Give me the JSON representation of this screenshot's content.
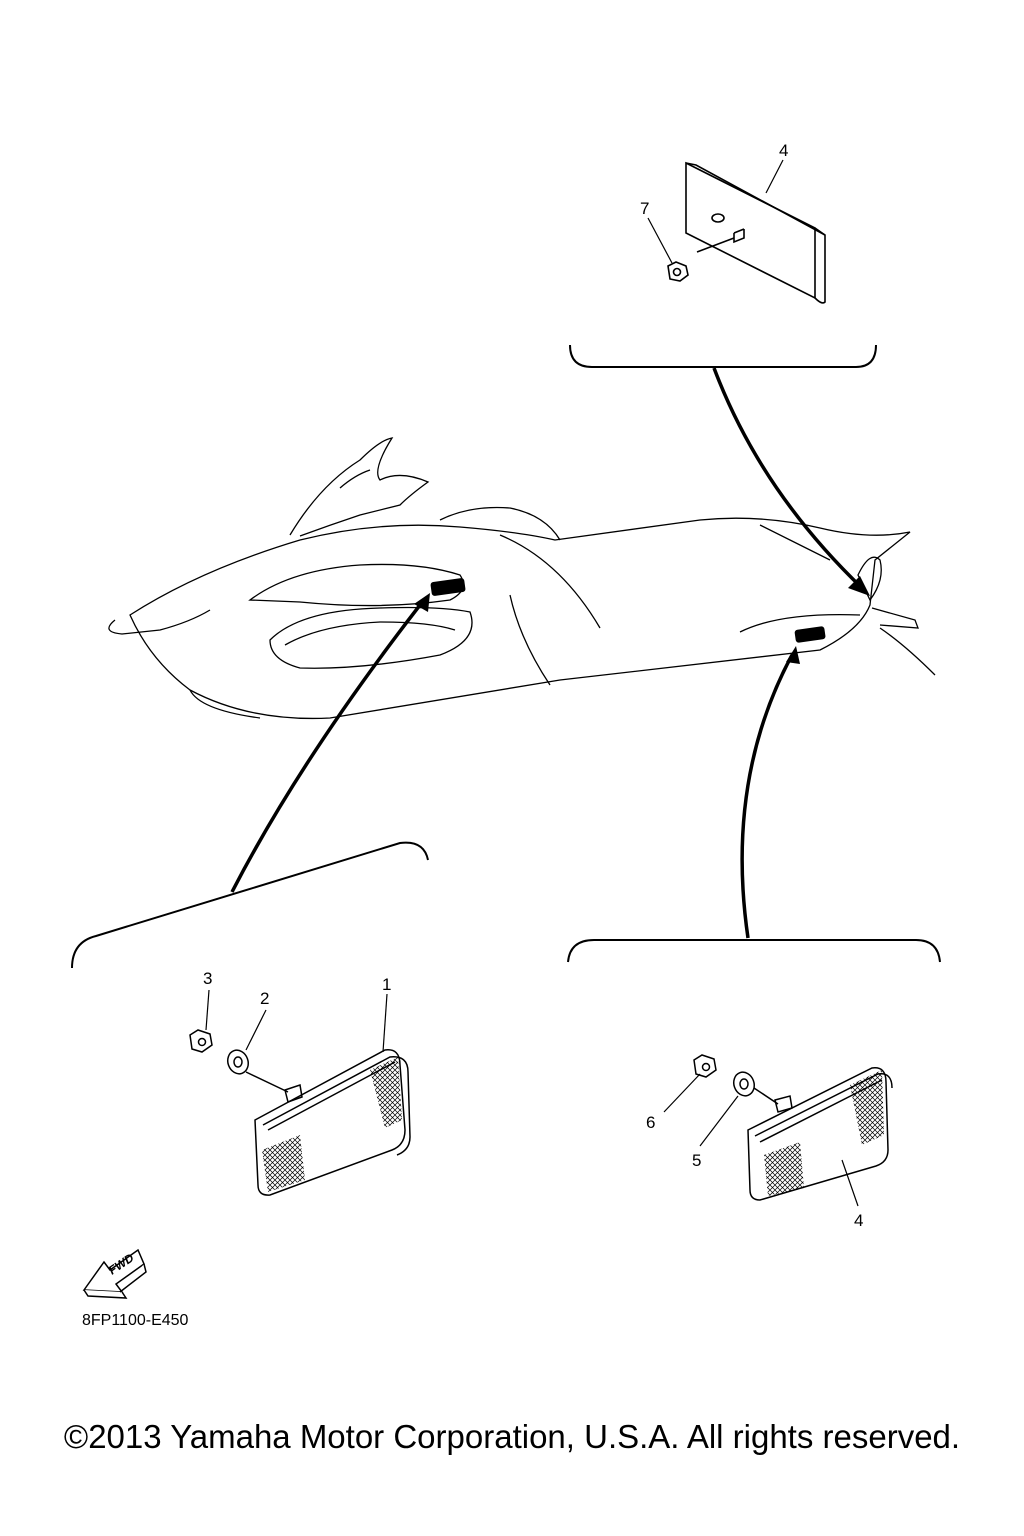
{
  "callouts": {
    "top_reflector": "4",
    "top_nut": "7",
    "left_reflector": "1",
    "left_washer": "2",
    "left_nut": "3",
    "right_reflector": "4",
    "right_washer": "5",
    "right_nut": "6"
  },
  "direction_badge": "FWD",
  "part_code": "8FP1100-E450",
  "copyright": "©2013 Yamaha Motor Corporation, U.S.A. All rights reserved."
}
